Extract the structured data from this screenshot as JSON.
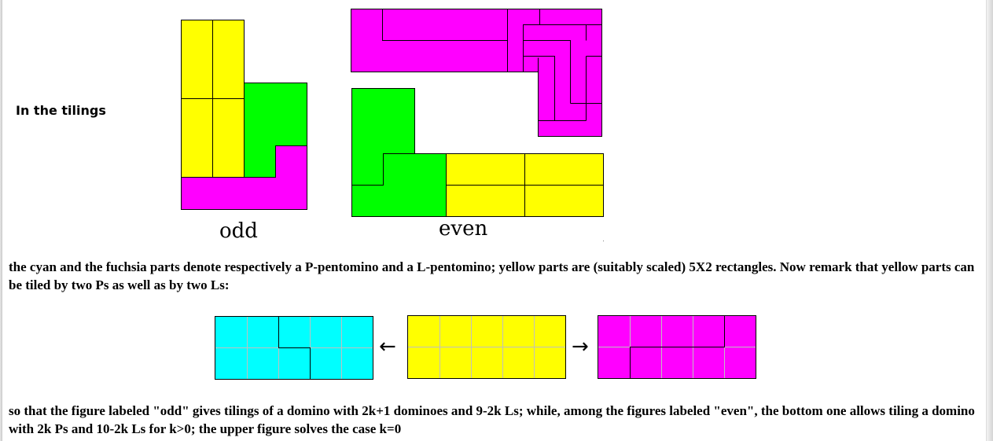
{
  "intro_text": "In the tilings",
  "labels": {
    "odd": "odd",
    "even": "even"
  },
  "paragraph1": "the cyan and the fuchsia parts denote respectively a P-pentomino and a L-pentomino; yellow parts are (suitably scaled) 5X2 rectangles. Now remark that yellow parts can be tiled by two Ps as well as by two Ls:",
  "arrows": {
    "left": "←",
    "right": "→"
  },
  "paragraph2": "so that the figure labeled \"odd\" gives tilings of a domino with 2k+1 dominoes and 9-2k Ls; while, among the figures labeled \"even\", the bottom one allows tiling a domino with 2k Ps and 10-2k Ls for k>0; the upper figure solves the case k=0",
  "colors": {
    "yellow": "#ffff00",
    "green": "#00ff00",
    "fuchsia": "#ff00ff",
    "cyan": "#00ffff",
    "border": "#000000",
    "grid": "#c0c0c0"
  }
}
